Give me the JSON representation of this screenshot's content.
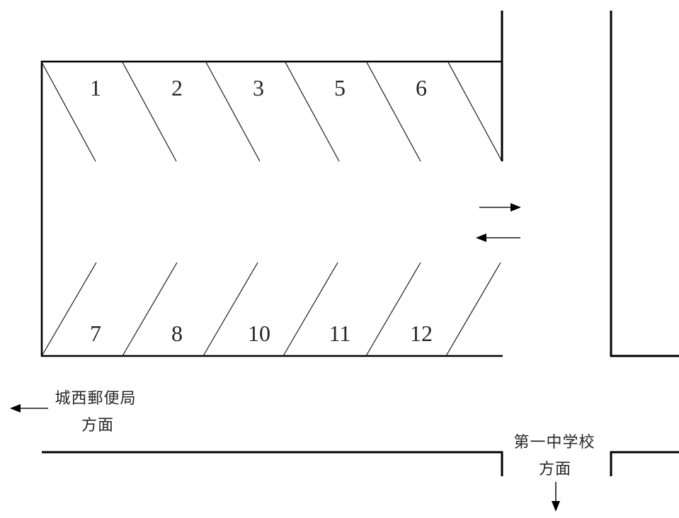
{
  "diagram": {
    "type": "parking-lot-map",
    "spaces": {
      "top_row": [
        "1",
        "2",
        "3",
        "5",
        "6"
      ],
      "bottom_row": [
        "7",
        "8",
        "10",
        "11",
        "12"
      ]
    },
    "destinations": {
      "west": {
        "name": "城西郵便局",
        "suffix": "方面"
      },
      "south": {
        "name": "第一中学校",
        "suffix": "方面"
      }
    },
    "arrows": {
      "entrance_in": "right",
      "entrance_out": "left",
      "west_road": "left",
      "south_road": "down"
    },
    "colors": {
      "line": "#000000",
      "text": "#262626",
      "background": "#ffffff"
    }
  }
}
